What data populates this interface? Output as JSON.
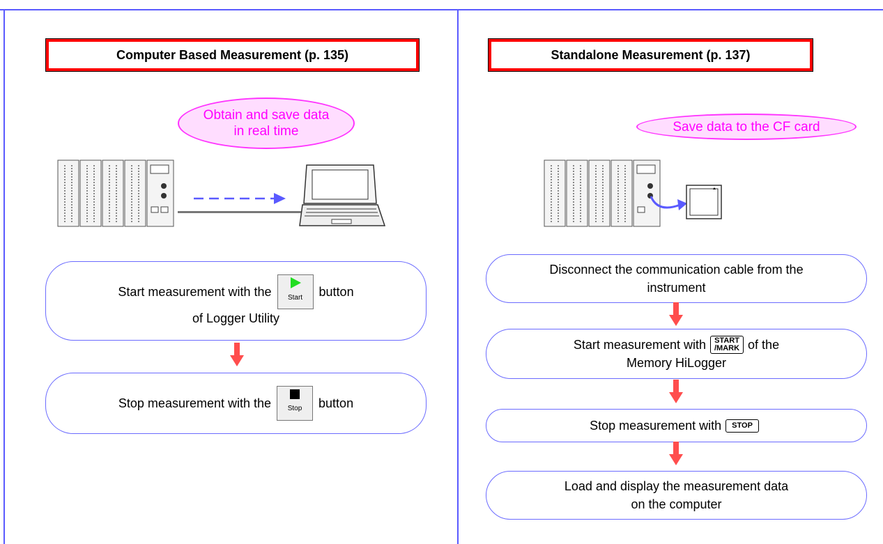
{
  "left": {
    "title": "Computer Based Measurement (p. 135)",
    "callout": [
      "Obtain and save data",
      "in real time"
    ],
    "step1": {
      "text_before": "Start measurement with the",
      "button_label": "Start",
      "text_after": "button",
      "line2": "of Logger Utility"
    },
    "step2": {
      "text_before": "Stop measurement with the",
      "button_label": "Stop",
      "text_after": "button"
    }
  },
  "right": {
    "title": "Standalone Measurement (p. 137)",
    "callout": "Save data to the CF card",
    "step1": [
      "Disconnect the communication cable from the",
      "instrument"
    ],
    "step2": {
      "text_before": "Start measurement with",
      "key_line1": "START",
      "key_line2": "/MARK",
      "text_after": "of the",
      "line2": "Memory HiLogger"
    },
    "step3": {
      "text_before": "Stop measurement with",
      "key": "STOP"
    },
    "step4": [
      "Load and display the measurement data",
      "on the computer"
    ]
  },
  "colors": {
    "frame": "#5a5aff",
    "title_border": "#ff0000",
    "callout": "#ff00ff",
    "arrow": "#ff4d4d"
  }
}
